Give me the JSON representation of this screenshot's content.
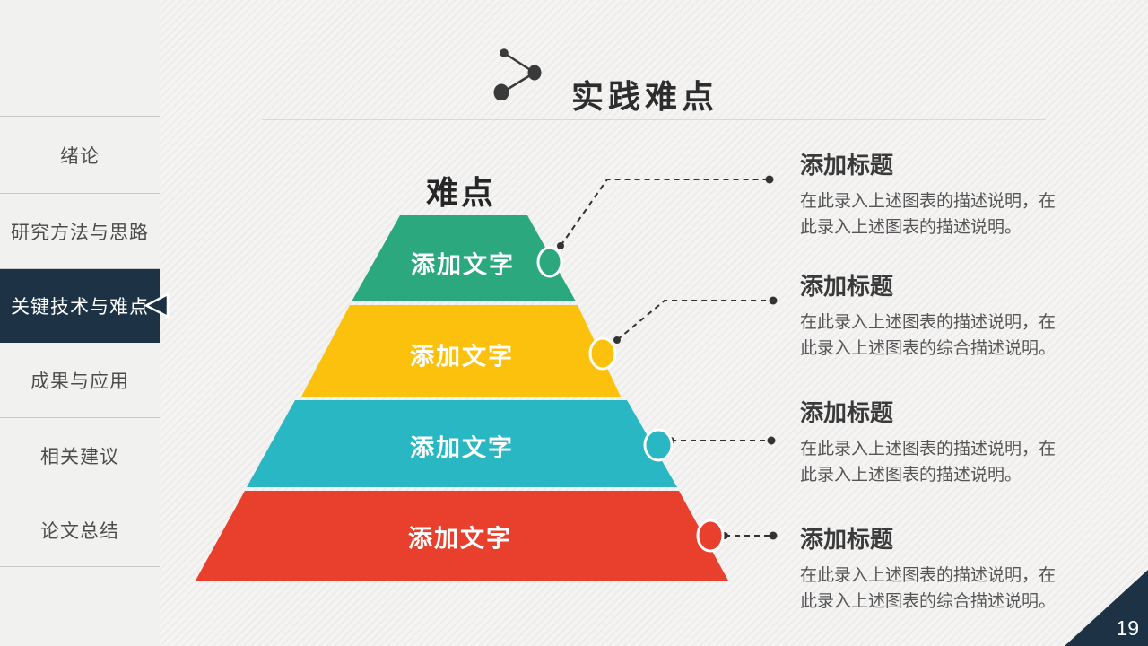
{
  "header": {
    "title": "实践难点"
  },
  "sidebar": {
    "items": [
      {
        "label": "绪论",
        "active": false
      },
      {
        "label": "研究方法与思路",
        "active": false
      },
      {
        "label": "关键技术与难点",
        "active": true
      },
      {
        "label": "成果与应用",
        "active": false
      },
      {
        "label": "相关建议",
        "active": false
      },
      {
        "label": "论文总结",
        "active": false
      }
    ]
  },
  "diagram": {
    "caption": "难点",
    "levels": [
      {
        "text": "添加文字",
        "color": "#2BA87D"
      },
      {
        "text": "添加文字",
        "color": "#FCC10D"
      },
      {
        "text": "添加文字",
        "color": "#2AB7C4"
      },
      {
        "text": "添加文字",
        "color": "#E8402C"
      }
    ]
  },
  "annotations": {
    "blocks": [
      {
        "title": "添加标题",
        "desc": "在此录入上述图表的描述说明，在\n此录入上述图表的描述说明。"
      },
      {
        "title": "添加标题",
        "desc": "在此录入上述图表的描述说明，在\n此录入上述图表的综合描述说明。"
      },
      {
        "title": "添加标题",
        "desc": "在此录入上述图表的描述说明，在\n此录入上述图表的描述说明。"
      },
      {
        "title": "添加标题",
        "desc": "在此录入上述图表的描述说明，在\n此录入上述图表的综合描述说明。"
      }
    ]
  },
  "page": {
    "number": "19"
  },
  "colors": {
    "navy": "#1d3245",
    "green": "#2BA87D",
    "yellow": "#FCC10D",
    "teal": "#2AB7C4",
    "red": "#E8402C",
    "connector": "#333333"
  }
}
